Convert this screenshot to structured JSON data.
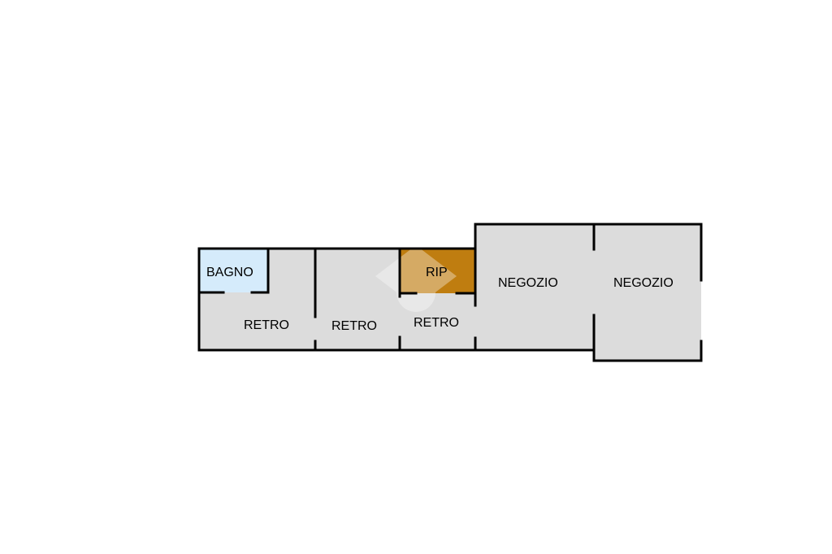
{
  "floorplan": {
    "rooms": [
      {
        "id": "bagno",
        "label": "BAGNO"
      },
      {
        "id": "retro1",
        "label": "RETRO"
      },
      {
        "id": "retro2",
        "label": "RETRO"
      },
      {
        "id": "retro3",
        "label": "RETRO"
      },
      {
        "id": "rip",
        "label": "RIP"
      },
      {
        "id": "negozio1",
        "label": "NEGOZIO"
      },
      {
        "id": "negozio2",
        "label": "NEGOZIO"
      }
    ],
    "colors": {
      "room_fill": "#dcdcdc",
      "bagno_fill": "#d5ebfb",
      "rip_fill": "#bf7d10",
      "wall": "#000000"
    }
  }
}
